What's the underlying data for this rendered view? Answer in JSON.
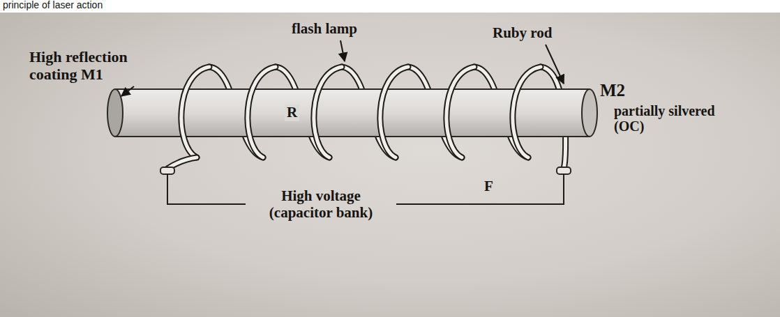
{
  "diagram": {
    "labels": [
      "principle of laser action",
      "High reflection coating M1",
      "flash lamp",
      "Ruby rod",
      "M2",
      "partially silvered (OC)",
      "R",
      "F",
      "High voltage (capacitor bank)"
    ]
  }
}
